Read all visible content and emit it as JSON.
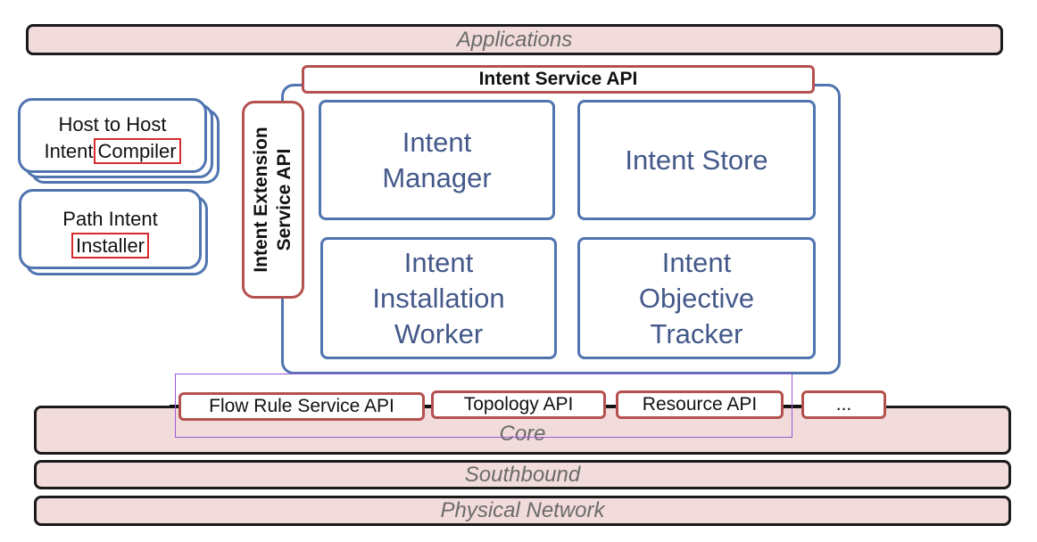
{
  "layers": {
    "applications": "Applications",
    "core": "Core",
    "southbound": "Southbound",
    "physical": "Physical Network"
  },
  "intent_service_api": "Intent Service API",
  "intent_extension_api": {
    "line1": "Intent Extension",
    "line2": "Service API"
  },
  "modules": {
    "manager": {
      "line1": "Intent",
      "line2": "Manager"
    },
    "store": {
      "line1": "Intent Store"
    },
    "installation_worker": {
      "line1": "Intent",
      "line2": "Installation",
      "line3": "Worker"
    },
    "objective_tracker": {
      "line1": "Intent",
      "line2": "Objective",
      "line3": "Tracker"
    }
  },
  "left_cards": {
    "compiler": {
      "line1": "Host to Host",
      "line2_prefix": "Intent",
      "line2_boxed": "Compiler"
    },
    "installer": {
      "line1": "Path Intent",
      "line2_boxed": "Installer"
    }
  },
  "core_apis": {
    "flow_rule": "Flow Rule Service API",
    "topology": "Topology API",
    "resource": "Resource API",
    "more": "..."
  },
  "colors": {
    "layer_fill": "#f2dcdb",
    "module_border": "#4f74b0",
    "api_border": "#b4514f",
    "highlight": "#9b59d6"
  }
}
